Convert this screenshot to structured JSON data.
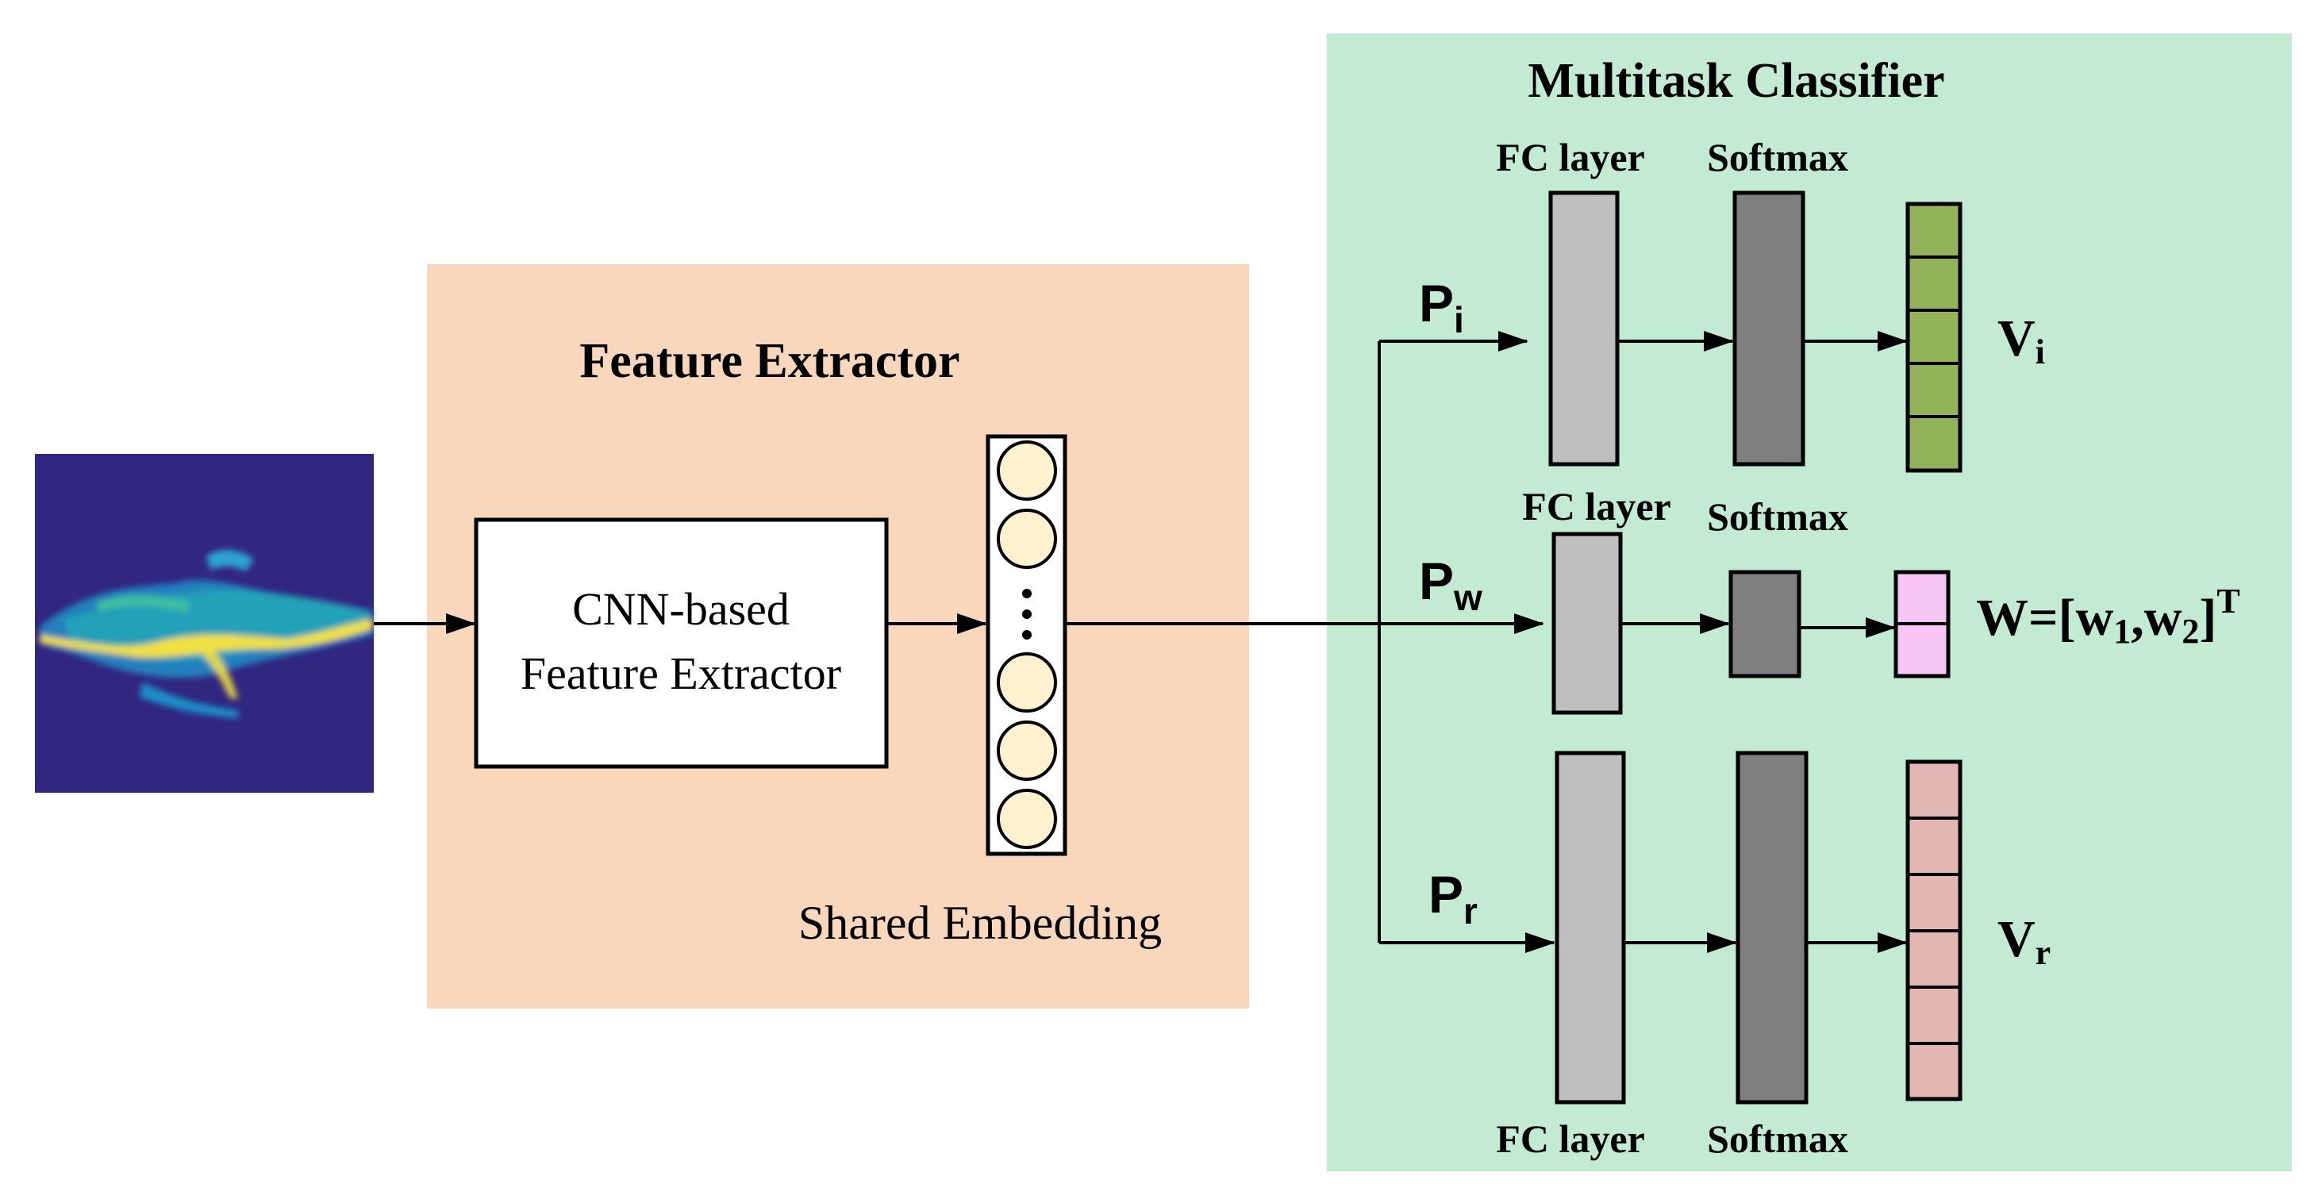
{
  "feature_extractor": {
    "title": "Feature Extractor",
    "cnn_box_line1": "CNN-based",
    "cnn_box_line2": "Feature Extractor",
    "embedding_label": "Shared Embedding",
    "background_color": "#f8d7bc"
  },
  "classifier": {
    "title": "Multitask Classifier",
    "background_color": "#c3ead3",
    "branches": [
      {
        "path_main": "P",
        "path_sub": "i",
        "fc_label": "FC layer",
        "softmax_label": "Softmax",
        "out_main": "V",
        "out_sub": "i",
        "out_color": "#93b35a"
      },
      {
        "path_main": "P",
        "path_sub": "w",
        "fc_label": "FC layer",
        "softmax_label": "Softmax",
        "out_text1": "W=[w",
        "out_sub1": "1",
        "out_text2": ",w",
        "out_sub2": "2",
        "out_text3": "]",
        "out_sup": "T",
        "out_color": "#f8c6f4"
      },
      {
        "path_main": "P",
        "path_sub": "r",
        "fc_label": "FC layer",
        "softmax_label": "Softmax",
        "out_main": "V",
        "out_sub": "r",
        "out_color": "#e2b6b2"
      }
    ]
  },
  "colors": {
    "fc_layer": "#bfbfbf",
    "softmax": "#7f7f7f",
    "embedding_node": "#fdf1cf",
    "spectrogram_bg": "#312680"
  },
  "icons": {
    "input_image": "spectrogram-image",
    "ellipsis": "vertical-ellipsis"
  }
}
